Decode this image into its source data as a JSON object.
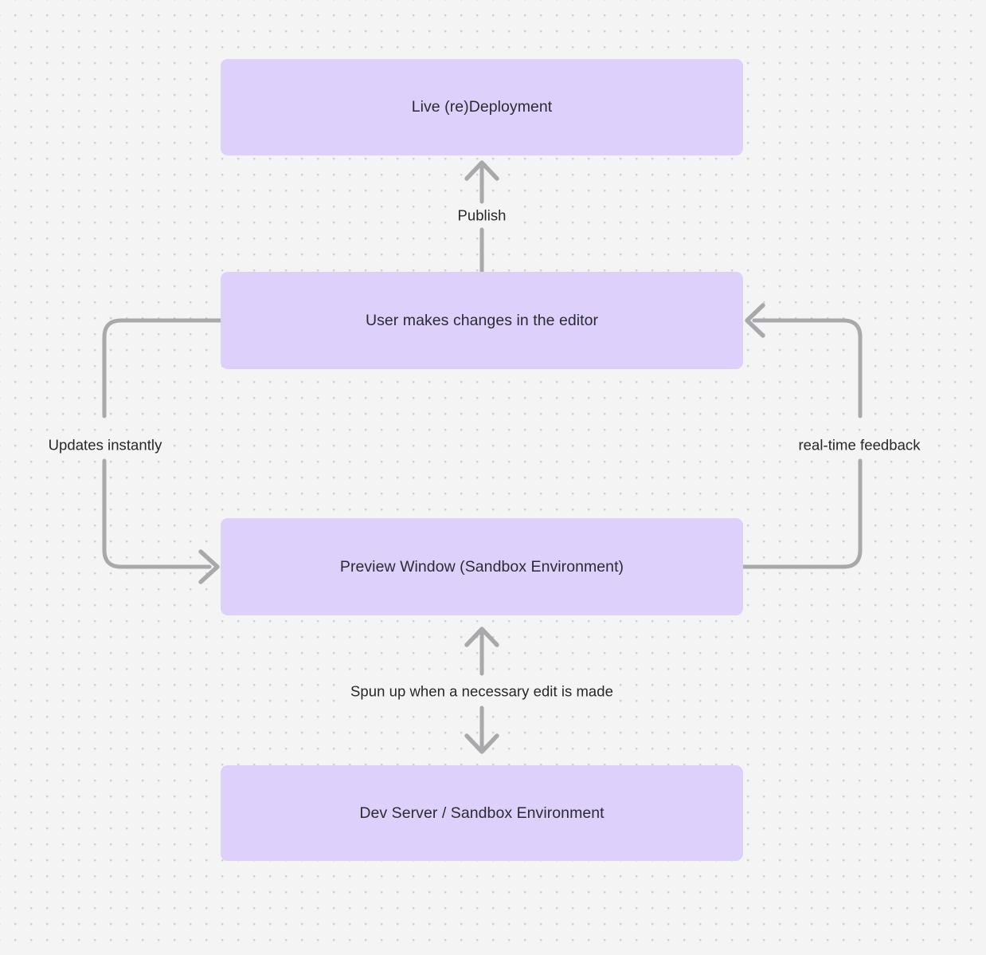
{
  "diagram": {
    "type": "flowchart",
    "background_color": "#f4f4f5",
    "node_color": "#ddd0fa",
    "connector_color": "#a9a9ac",
    "nodes": [
      {
        "id": "live-deployment",
        "label": "Live (re)Deployment"
      },
      {
        "id": "user-editor",
        "label": "User makes changes in the editor"
      },
      {
        "id": "preview-window",
        "label": "Preview Window (Sandbox Environment)"
      },
      {
        "id": "dev-server",
        "label": "Dev Server / Sandbox Environment"
      }
    ],
    "edges": [
      {
        "id": "publish",
        "label": "Publish",
        "from": "user-editor",
        "to": "live-deployment",
        "direction": "up"
      },
      {
        "id": "updates-instantly",
        "label": "Updates instantly",
        "from": "user-editor",
        "to": "preview-window",
        "direction": "left-loop"
      },
      {
        "id": "real-time-feedback",
        "label": "real-time feedback",
        "from": "preview-window",
        "to": "user-editor",
        "direction": "right-loop"
      },
      {
        "id": "spun-up",
        "label": "Spun up when a necessary edit is made",
        "from": "dev-server",
        "to": "preview-window",
        "direction": "bidirectional"
      }
    ]
  }
}
